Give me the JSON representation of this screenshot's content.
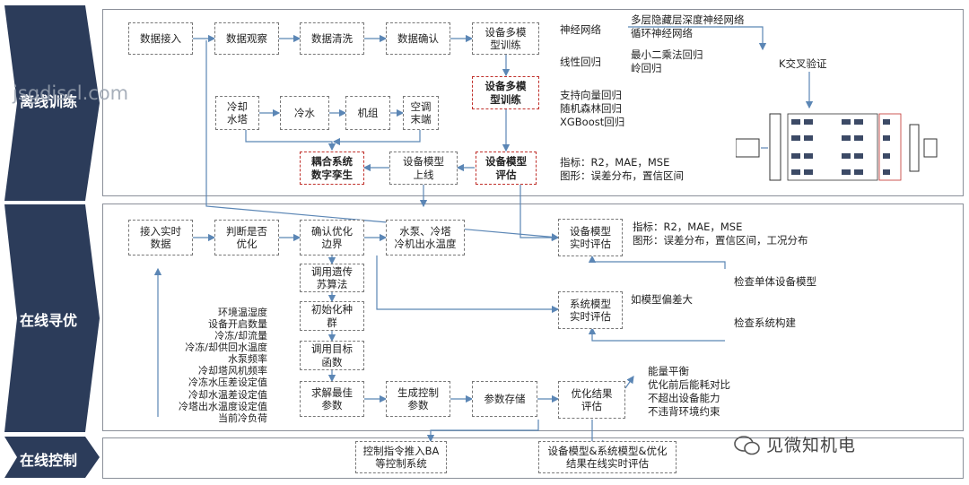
{
  "sections": {
    "offline": "离线训练",
    "online_opt": "在线寻优",
    "online_ctrl": "在线控制"
  },
  "watermarks": {
    "url": "jsgdiscl.com",
    "brand": "见微知机电"
  },
  "offline": {
    "data_access": "数据接入",
    "data_observe": "数据观察",
    "data_clean": "数据清洗",
    "data_confirm": "数据确认",
    "multi_model_train": "设备多模\n型训练",
    "multi_model_train2": "设备多模\n型训练",
    "model_eval": "设备模型\n评估",
    "model_online": "设备模型\n上线",
    "digital_twin": "耦合系统\n数字孪生",
    "cooling_tower": "冷却\n水塔",
    "chilled_water": "冷水",
    "unit": "机组",
    "ac_terminal": "空调\n末端",
    "neural_net": "神经网络",
    "nn_types": "多层隐藏层深度神经网络\n循环神经网络",
    "linear_reg": "线性回归",
    "linear_types": "最小二乘法回归\n岭回归",
    "other_models": "支持向量回归\n随机森林回归\nXGBoost回归",
    "eval_metrics": "指标：R2，MAE，MSE\n图形：误差分布，置信区间",
    "kfold": "K交叉验证"
  },
  "online": {
    "realtime_data": "接入实时\n数据",
    "judge_opt": "判断是否\n优化",
    "confirm_boundary": "确认优化\n边界",
    "pump_tower": "水泵、冷塔\n冷机出水温度",
    "model_realtime_eval": "设备模型\n实时评估",
    "eval_metrics": "指标：R2，MAE，MSE\n图形：误差分布，置信区间，工况分布",
    "call_ga": "调用遗传\n苏算法",
    "init_pop": "初始化种\n群",
    "call_obj": "调用目标\n函数",
    "solve_best": "求解最佳\n参数",
    "gen_ctrl": "生成控制\n参数",
    "param_store": "参数存储",
    "opt_result_eval": "优化结果\n评估",
    "system_model_eval": "系统模型\n实时评估",
    "bias_large": "如模型偏差大",
    "check_single": "检查单体设备模型",
    "check_system": "检查系统构建",
    "checks": "能量平衡\n优化前后能耗对比\n不超出设备能力\n不违背环境约束",
    "env_params": "环境温湿度\n设备开启数量\n冷冻/却流量\n冷冻/却供回水温度\n水泵频率\n冷却塔风机频率\n冷冻水压差设定值\n冷却水温差设定值\n冷塔出水温度设定值\n当前冷负荷"
  },
  "control": {
    "push_cmd": "控制指令推入BA\n等控制系统",
    "final_eval": "设备模型&系统模型&优化\n结果在线实时评估"
  },
  "colors": {
    "chevron": "#2c3c5a",
    "arrow": "#5b86b5",
    "dashed": "#777777",
    "red": "#c0302b"
  }
}
